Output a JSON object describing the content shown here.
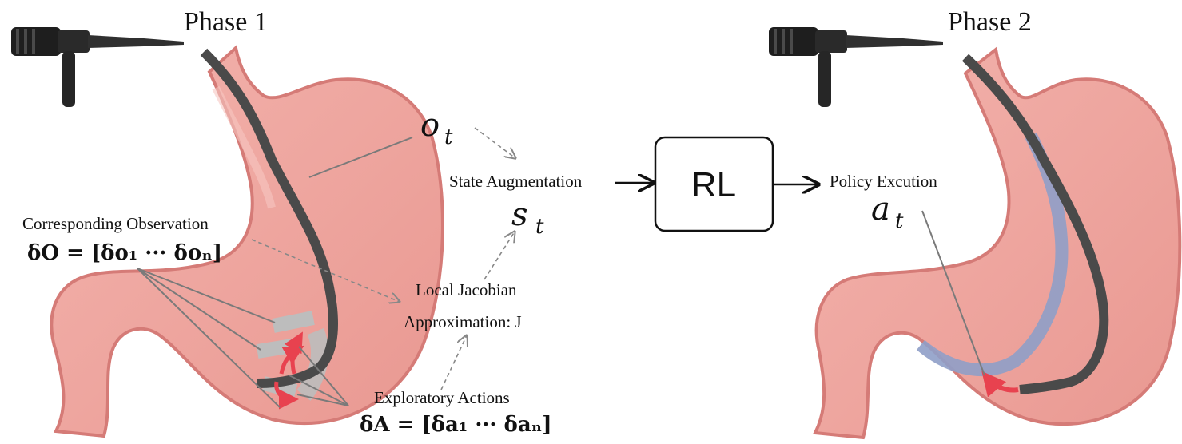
{
  "phase1": {
    "title": "Phase 1"
  },
  "phase2": {
    "title": "Phase 2"
  },
  "labels": {
    "observation_symbol": "o",
    "observation_sub": "t",
    "state_aug": "State Augmentation",
    "state_symbol": "s",
    "state_sub": "t",
    "corresponding_obs": "Corresponding Observation",
    "delta_o_eq": "δO = [δo₁ ··· δoₙ]",
    "local_jacobian_l1": "Local Jacobian",
    "local_jacobian_l2": "Approximation: J",
    "exploratory": "Exploratory Actions",
    "delta_a_eq": "δA = [δa₁ ··· δaₙ]",
    "rl": "RL",
    "policy": "Policy Excution",
    "action_symbol": "a",
    "action_sub": "t"
  },
  "colors": {
    "stomach_fill": "#eea59f",
    "stomach_edge": "#d57b77",
    "scope": "#4a4a4a",
    "planned_path": "#8f9fc8",
    "arrow_red": "#e8424f",
    "exploratory_gray": "#bdbdbd"
  }
}
